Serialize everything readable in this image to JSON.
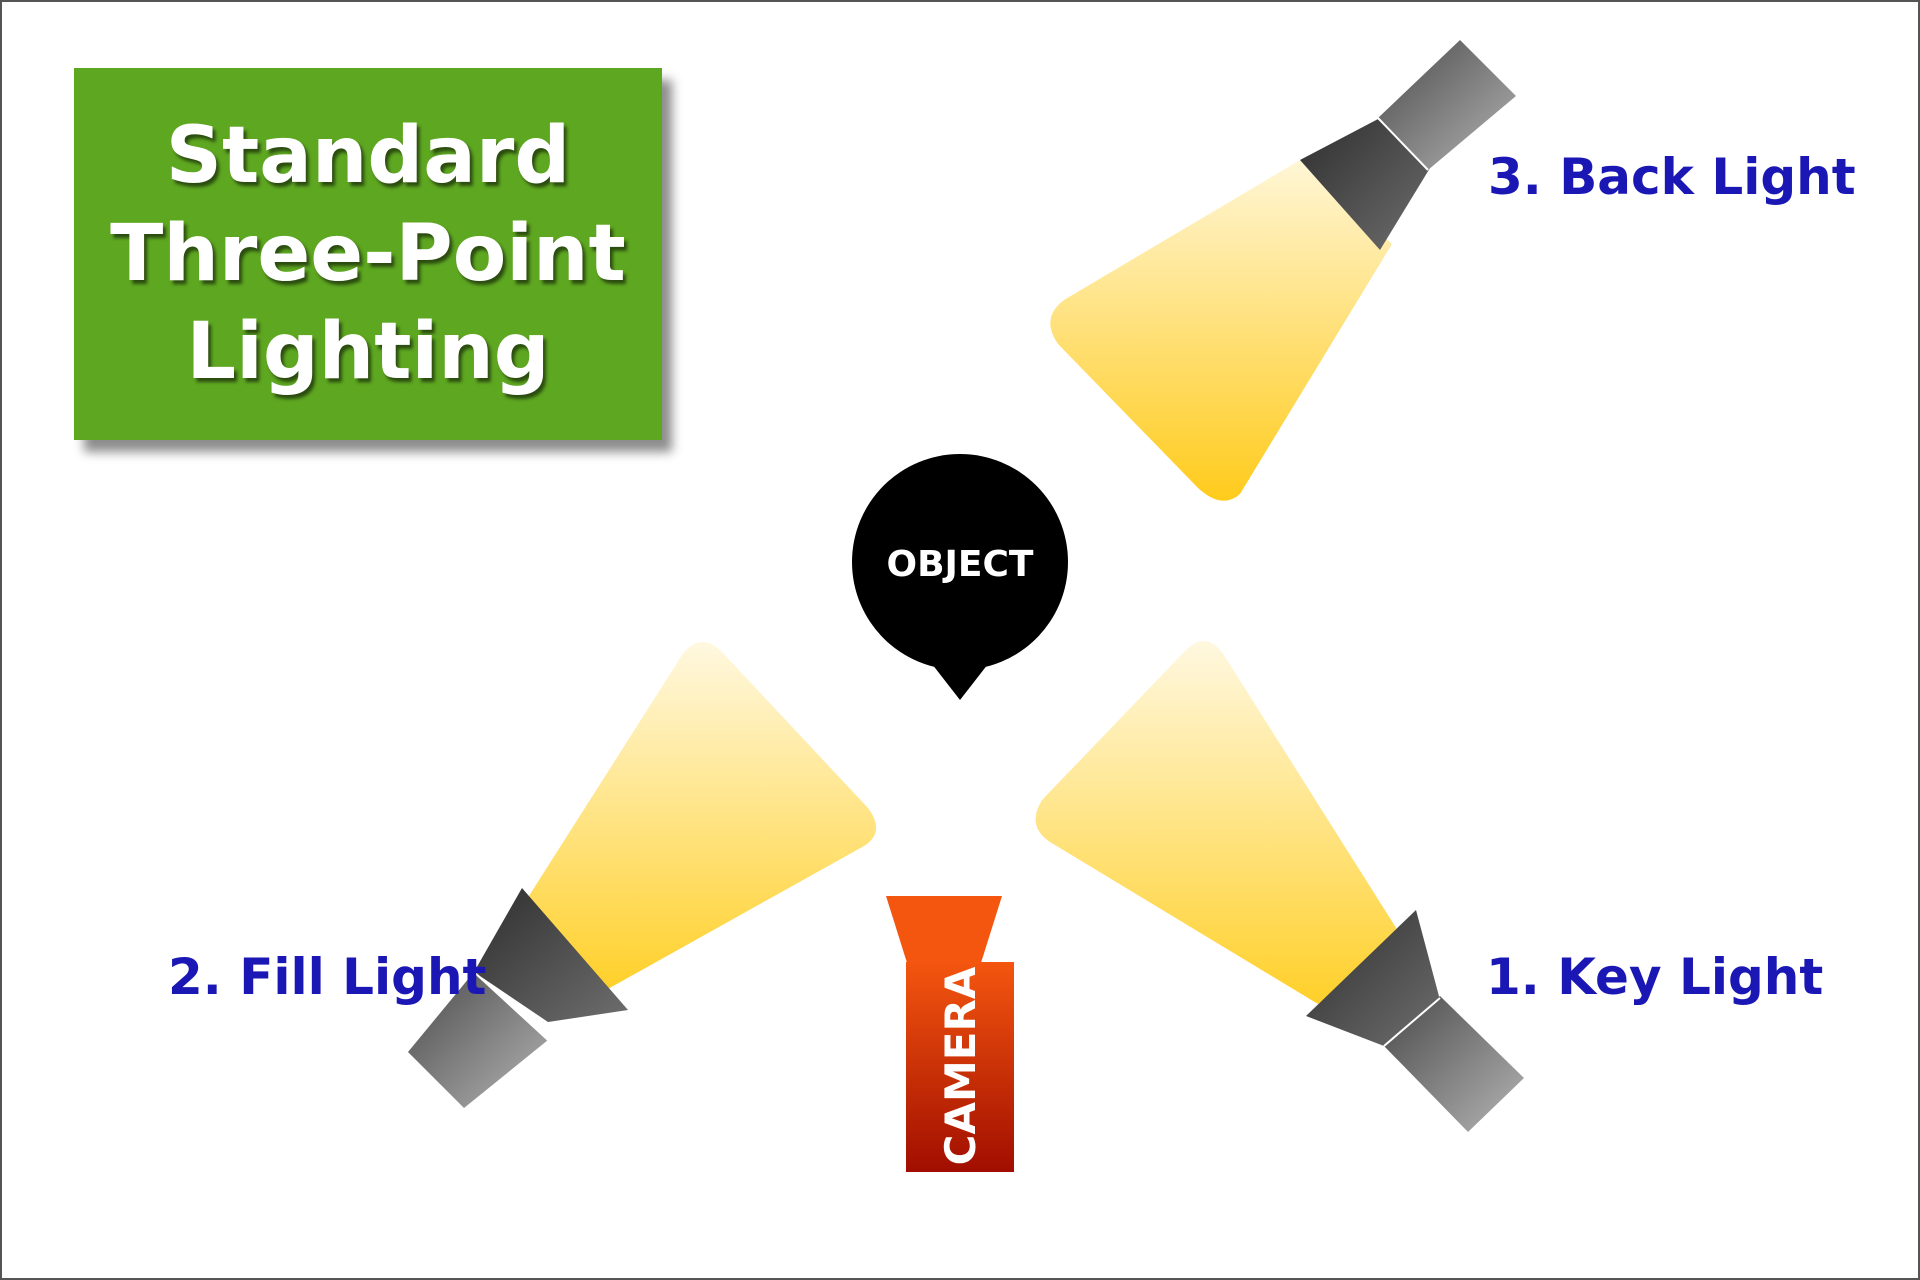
{
  "title": {
    "lines": [
      "Standard",
      "Three-Point",
      "Lighting"
    ]
  },
  "subject": {
    "label": "OBJECT"
  },
  "camera": {
    "label": "CAMERA"
  },
  "lights": {
    "key": {
      "label": "1. Key Light"
    },
    "fill": {
      "label": "2. Fill Light"
    },
    "back": {
      "label": "3. Back Light"
    }
  },
  "colors": {
    "title_box": "#5ea721",
    "label_text": "#1b17b4",
    "beam_light": "#fff4cc",
    "beam_dark": "#ffcc1a",
    "fixture_dark": "#333333",
    "fixture_light": "#9a9a9a",
    "camera_top": "#f2550e",
    "camera_bottom": "#a50f00",
    "object_fill": "#000000"
  }
}
